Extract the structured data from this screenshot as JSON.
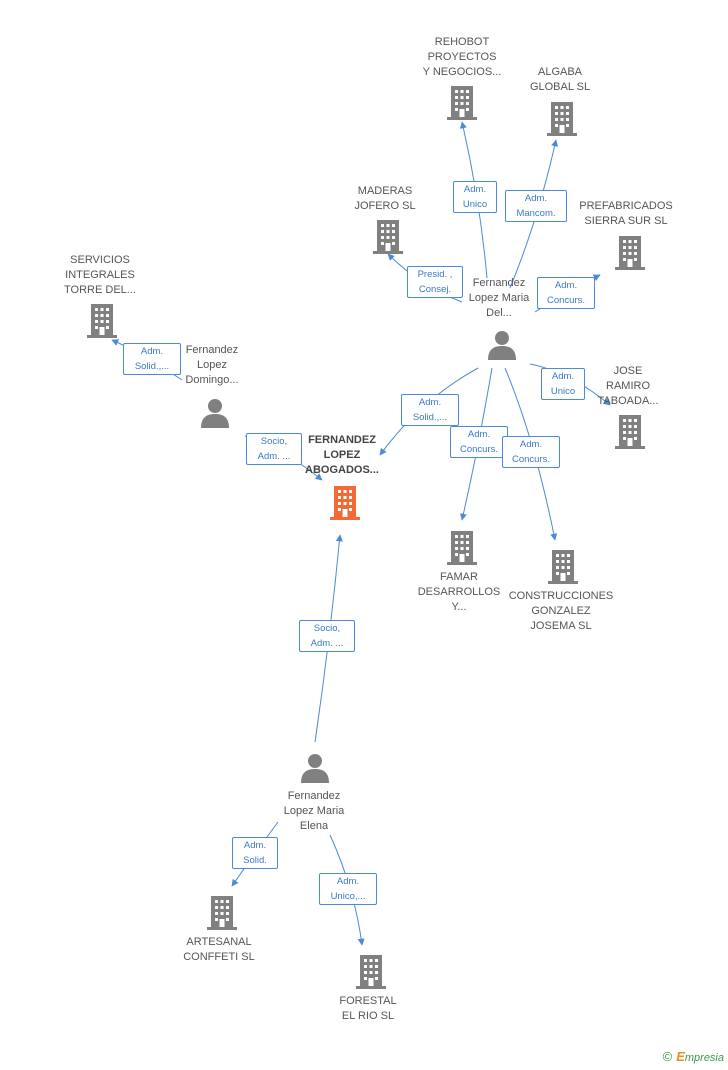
{
  "colors": {
    "company": "#808080",
    "focus": "#f26a35",
    "person": "#808080",
    "edge": "#4a8ad6"
  },
  "nodes": {
    "rehobot": "REHOBOT\nPROYECTOS\nY NEGOCIOS...",
    "algaba": "ALGABA\nGLOBAL SL",
    "maderas": "MADERAS\nJOFERO SL",
    "prefabricados": "PREFABRICADOS\nSIERRA SUR SL",
    "servicios": "SERVICIOS\nINTEGRALES\nTORRE DEL...",
    "person_del": "Fernandez\nLopez Maria\nDel...",
    "person_domingo": "Fernandez\nLopez\nDomingo...",
    "jose": "JOSE\nRAMIRO\nTABOADA...",
    "focus": "FERNANDEZ\nLOPEZ\nABOGADOS...",
    "famar": "FAMAR\nDESARROLLOS\nY...",
    "construcciones": "CONSTRUCCIONES\nGONZALEZ\nJOSEMA SL",
    "person_elena": "Fernandez\nLopez Maria\nElena",
    "artesanal": "ARTESANAL\nCONFFETI SL",
    "forestal": "FORESTAL\nEL RIO SL"
  },
  "edges": {
    "rehobot": "Adm.\nUnico",
    "algaba": "Adm.\nMancom.",
    "maderas": "Presid. ,\nConsej.",
    "prefabricados": "Adm.\nConcurs.",
    "servicios": "Adm.\nSolid.,...",
    "jose": "Adm.\nUnico",
    "focus_del": "Adm.\nSolid.,...",
    "famar": "Adm.\nConcurs.",
    "construcciones": "Adm.\nConcurs.",
    "focus_domingo": "Socio,\nAdm. ...",
    "focus_elena": "Socio,\nAdm. ...",
    "artesanal": "Adm.\nSolid.",
    "forestal": "Adm.\nUnico,..."
  },
  "footer": {
    "copyright": "©",
    "brand_initial": "E",
    "brand_rest": "mpresia"
  }
}
